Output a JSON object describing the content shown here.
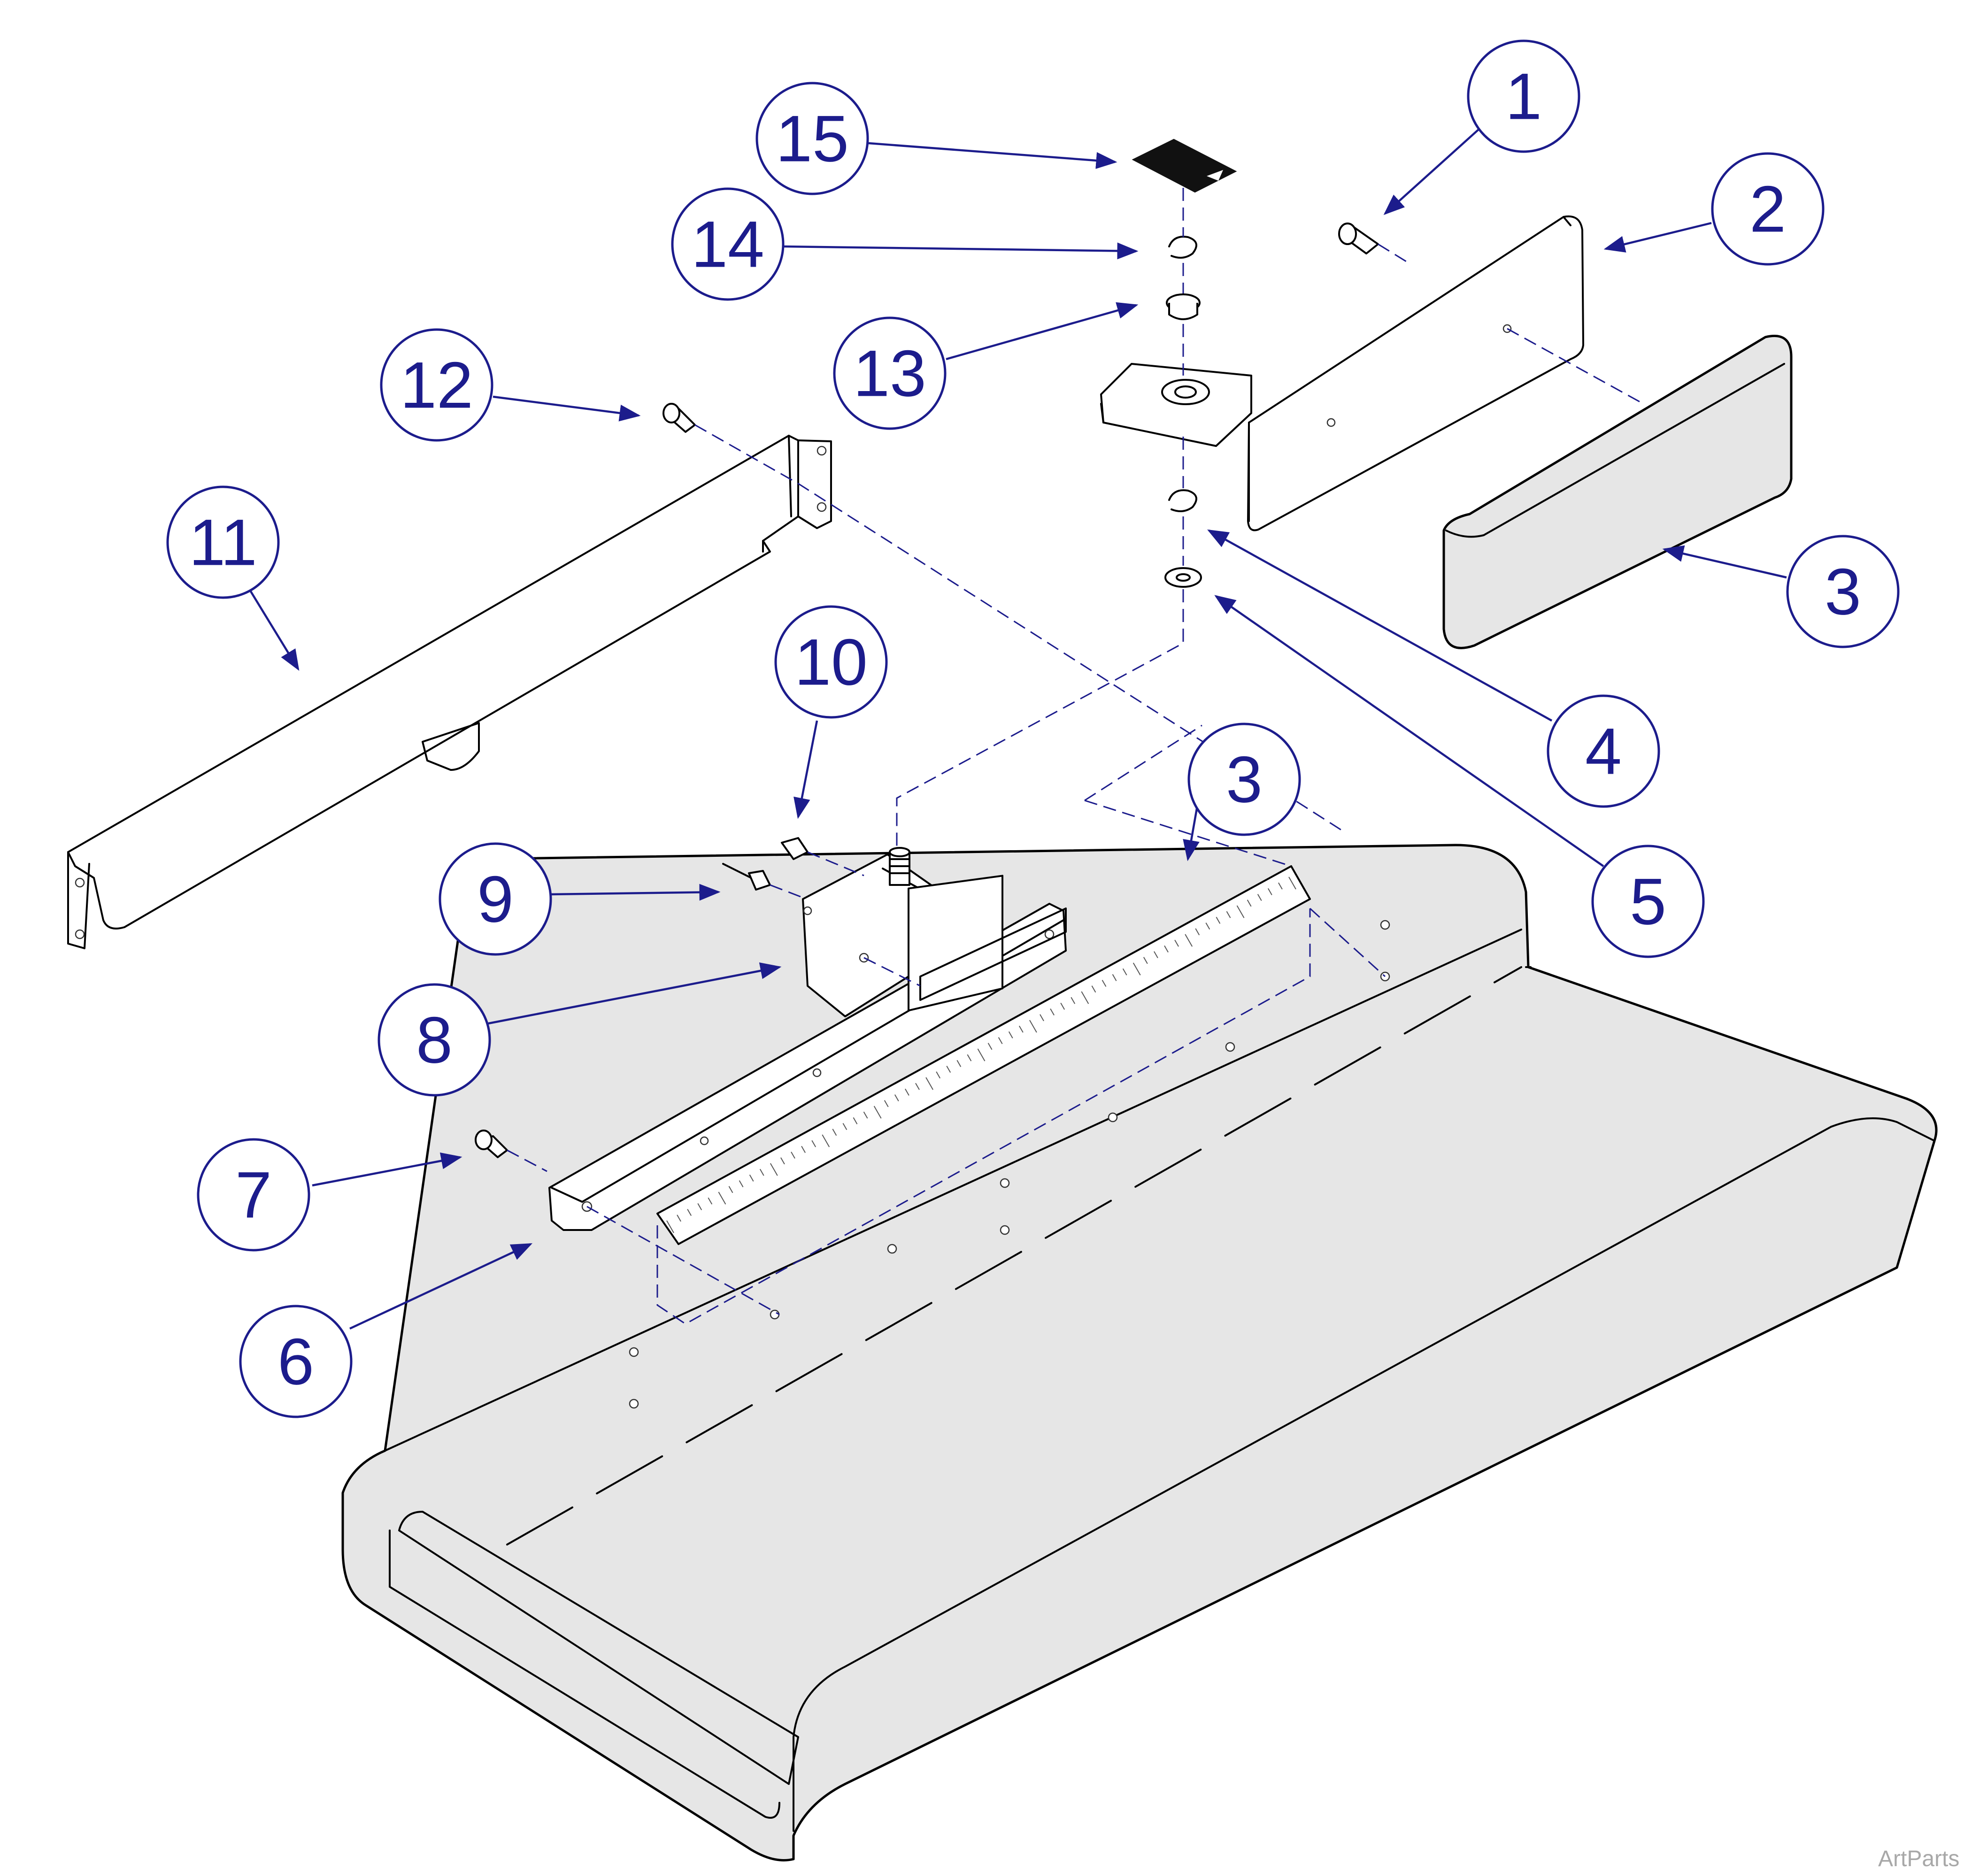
{
  "callouts": [
    {
      "label": "1"
    },
    {
      "label": "2"
    },
    {
      "label": "3"
    },
    {
      "label": "3"
    },
    {
      "label": "4"
    },
    {
      "label": "5"
    },
    {
      "label": "6"
    },
    {
      "label": "7"
    },
    {
      "label": "8"
    },
    {
      "label": "9"
    },
    {
      "label": "10"
    },
    {
      "label": "11"
    },
    {
      "label": "12"
    },
    {
      "label": "13"
    },
    {
      "label": "14"
    },
    {
      "label": "15"
    }
  ],
  "watermark": "ArtParts",
  "colors": {
    "callout": "#1c1c8c",
    "part_fill": "#e6e6e6",
    "line": "#000000"
  }
}
